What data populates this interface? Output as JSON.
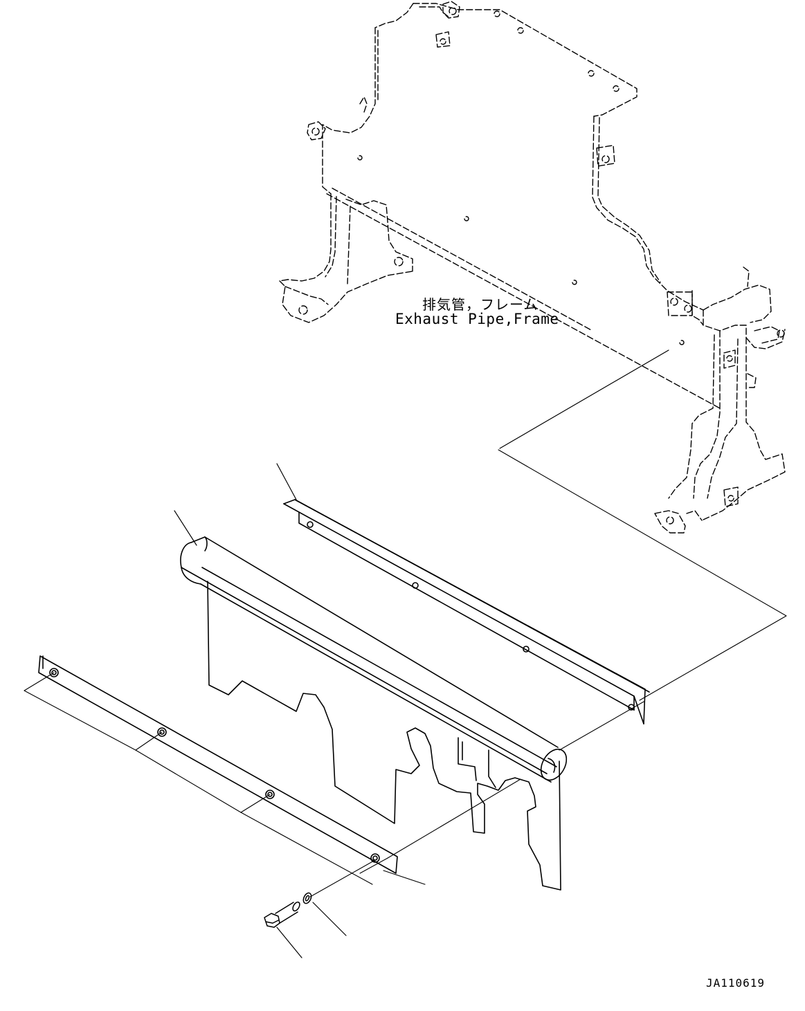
{
  "callout": {
    "label_jp": "排気管，フレーム",
    "label_en": "Exhaust Pipe,Frame"
  },
  "drawing_code": "JA110619",
  "parts": [
    {
      "name": "exhaust-pipe-frame",
      "style": "dashed"
    },
    {
      "name": "upper-bracket",
      "style": "solid"
    },
    {
      "name": "cover-with-pipe",
      "style": "solid"
    },
    {
      "name": "lower-strip",
      "style": "solid"
    },
    {
      "name": "bolt",
      "style": "solid"
    },
    {
      "name": "washer",
      "style": "solid"
    }
  ]
}
